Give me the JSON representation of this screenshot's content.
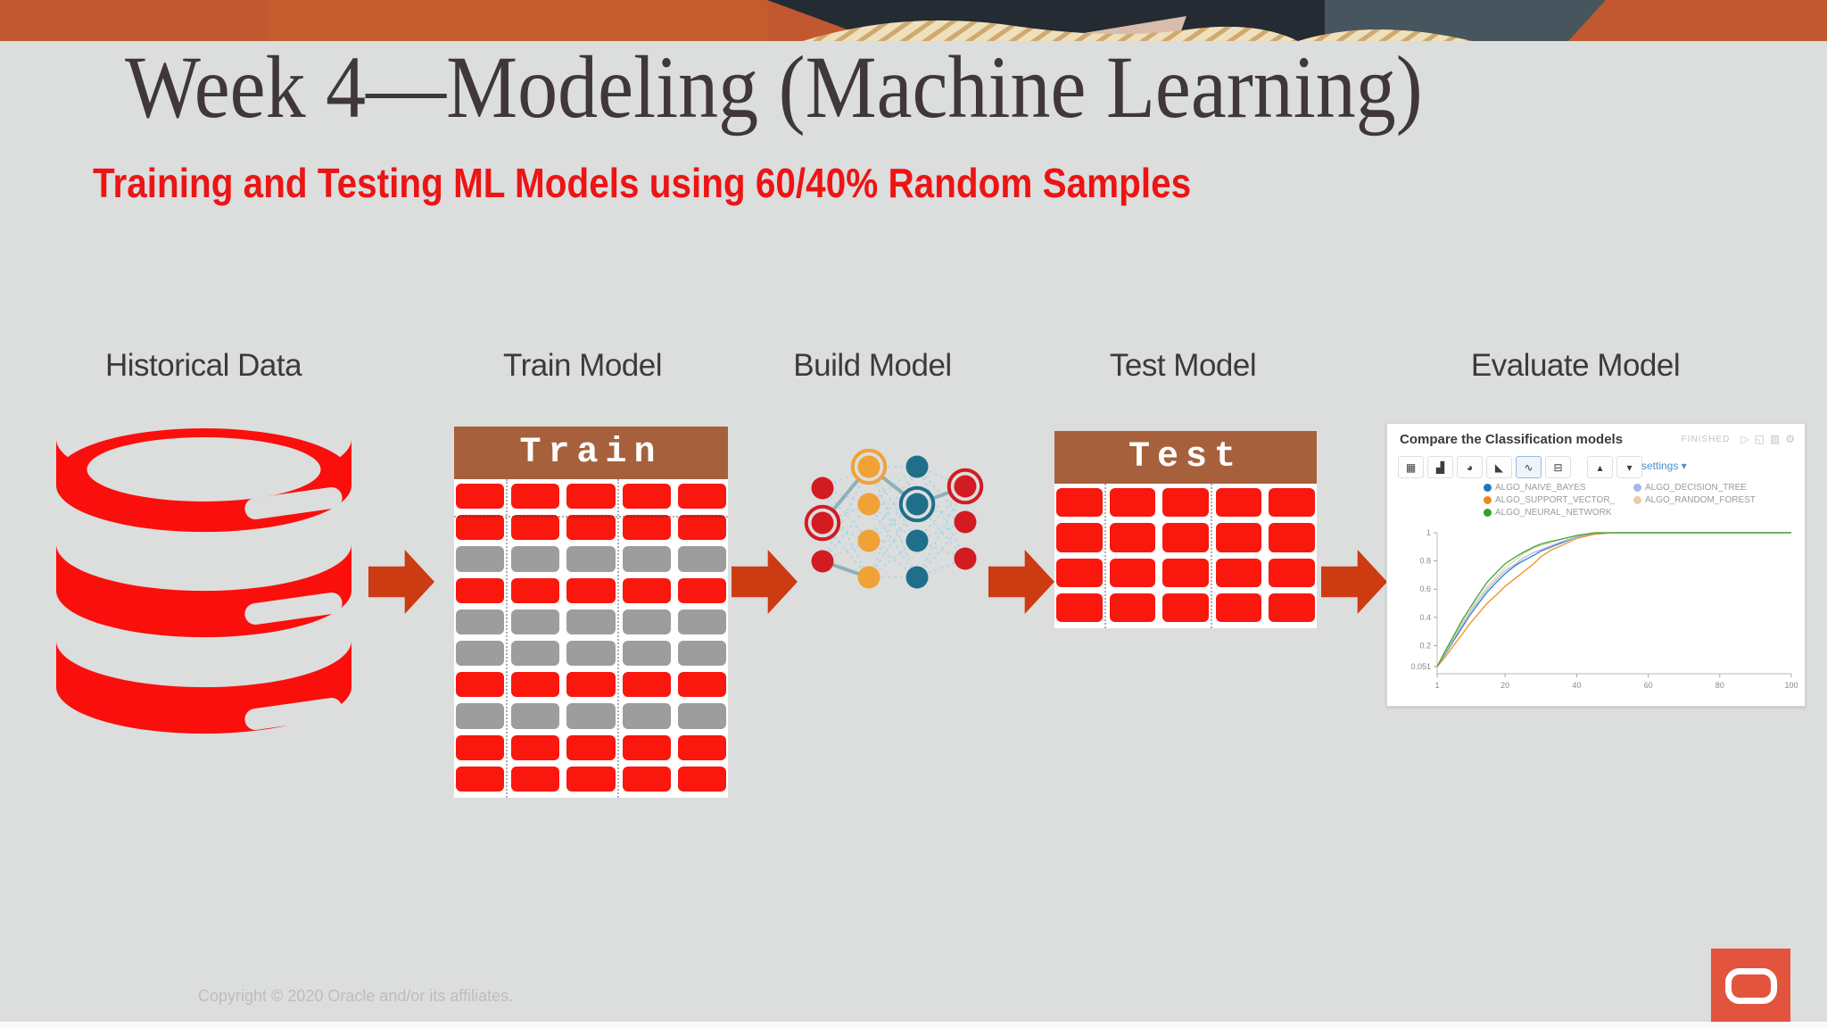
{
  "slide": {
    "title": "Week 4—Modeling (Machine Learning)",
    "subtitle": "Training and Testing ML Models using 60/40% Random Samples",
    "copyright": "Copyright © 2020 Oracle and/or its affiliates."
  },
  "steps": [
    {
      "label": "Historical Data",
      "icon": "database-icon"
    },
    {
      "label": "Train Model",
      "icon": "train-table"
    },
    {
      "label": "Build Model",
      "icon": "neural-network-icon"
    },
    {
      "label": "Test Model",
      "icon": "test-table"
    },
    {
      "label": "Evaluate Model",
      "icon": "classification-chart-card"
    }
  ],
  "train_table": {
    "header": "Train",
    "columns": 5,
    "row_colors": [
      "red",
      "red",
      "gray",
      "red",
      "gray",
      "gray",
      "red",
      "gray",
      "red",
      "red"
    ]
  },
  "test_table": {
    "header": "Test",
    "columns": 5,
    "row_colors": [
      "red",
      "red",
      "red",
      "red"
    ]
  },
  "evaluate_card": {
    "title": "Compare the Classification models",
    "status": "FINISHED",
    "settings_label": "settings ▾",
    "header_icons": [
      {
        "name": "play-icon",
        "glyph": "▷"
      },
      {
        "name": "expand-icon",
        "glyph": "◱"
      },
      {
        "name": "chart-icon",
        "glyph": "▥"
      },
      {
        "name": "gear-icon",
        "glyph": "⚙"
      }
    ],
    "toolbar_icons": [
      {
        "name": "table-icon",
        "glyph": "▦",
        "selected": false
      },
      {
        "name": "bar-chart-icon",
        "glyph": "▟",
        "selected": false
      },
      {
        "name": "pie-chart-icon",
        "glyph": "◕",
        "selected": false
      },
      {
        "name": "area-chart-icon",
        "glyph": "◣",
        "selected": false
      },
      {
        "name": "line-chart-icon",
        "glyph": "∿",
        "selected": true
      },
      {
        "name": "box-plot-icon",
        "glyph": "⊟",
        "selected": false
      },
      {
        "name": "download-icon",
        "glyph": "▴",
        "selected": false,
        "spaced": true
      },
      {
        "name": "dropdown-caret-icon",
        "glyph": "▾",
        "selected": false
      }
    ]
  },
  "chart_data": {
    "type": "line",
    "title": "Compare the Classification models",
    "xlabel": "",
    "ylabel": "",
    "xlim": [
      1,
      100
    ],
    "ylim": [
      0,
      1
    ],
    "x_ticks": [
      1,
      20,
      40,
      60,
      80,
      100
    ],
    "y_ticks": [
      1,
      0.8,
      0.6,
      0.4,
      0.2,
      0.051
    ],
    "grid": false,
    "legend_position": "top",
    "x": [
      1,
      3,
      5,
      8,
      10,
      12,
      15,
      18,
      20,
      23,
      25,
      28,
      30,
      33,
      35,
      40,
      45,
      50,
      60,
      80,
      100
    ],
    "series": [
      {
        "name": "ALGO_NAIVE_BAYES",
        "color": "#2777b4",
        "values": [
          0.05,
          0.13,
          0.21,
          0.33,
          0.41,
          0.48,
          0.58,
          0.66,
          0.71,
          0.77,
          0.8,
          0.84,
          0.87,
          0.9,
          0.92,
          0.97,
          0.99,
          1,
          1,
          1,
          1
        ]
      },
      {
        "name": "ALGO_DECISION_TREE",
        "color": "#a9b6e8",
        "values": [
          0.05,
          0.14,
          0.22,
          0.35,
          0.43,
          0.5,
          0.6,
          0.68,
          0.73,
          0.78,
          0.82,
          0.86,
          0.88,
          0.91,
          0.93,
          0.97,
          0.99,
          1,
          1,
          1,
          1
        ]
      },
      {
        "name": "ALGO_SUPPORT_VECTOR_",
        "color": "#ee8a11",
        "values": [
          0.05,
          0.11,
          0.18,
          0.28,
          0.35,
          0.41,
          0.5,
          0.57,
          0.62,
          0.68,
          0.72,
          0.78,
          0.83,
          0.88,
          0.9,
          0.96,
          0.99,
          1,
          1,
          1,
          1
        ]
      },
      {
        "name": "ALGO_RANDOM_FOREST",
        "color": "#e7cda5",
        "values": [
          0.05,
          0.14,
          0.23,
          0.36,
          0.44,
          0.52,
          0.62,
          0.7,
          0.75,
          0.81,
          0.85,
          0.89,
          0.91,
          0.93,
          0.95,
          0.98,
          1,
          1,
          1,
          1,
          1
        ]
      },
      {
        "name": "ALGO_NEURAL_NETWORK",
        "color": "#2fa12f",
        "values": [
          0.05,
          0.15,
          0.24,
          0.38,
          0.46,
          0.54,
          0.65,
          0.73,
          0.78,
          0.83,
          0.86,
          0.9,
          0.92,
          0.94,
          0.95,
          0.98,
          1,
          1,
          1,
          1,
          1
        ]
      }
    ]
  },
  "theme": {
    "background": "#dcdddd",
    "banner_orange": "#c1582f",
    "banner_navy": "#242b33",
    "banner_slate": "#47565e",
    "banner_beige": "#efe0bd",
    "title_color": "#3f3738",
    "subtitle_red": "#ed1414",
    "arrow_orange": "#cd3b12",
    "table_header_brown": "#a6613c",
    "cell_red": "#f9170e",
    "cell_gray": "#9d9d9d",
    "db_red": "#fa0f0c",
    "nn_red": "#d31b22",
    "nn_orange": "#f0a236",
    "nn_teal": "#1f6f8b",
    "oracle_logo_red": "#e2543e"
  }
}
